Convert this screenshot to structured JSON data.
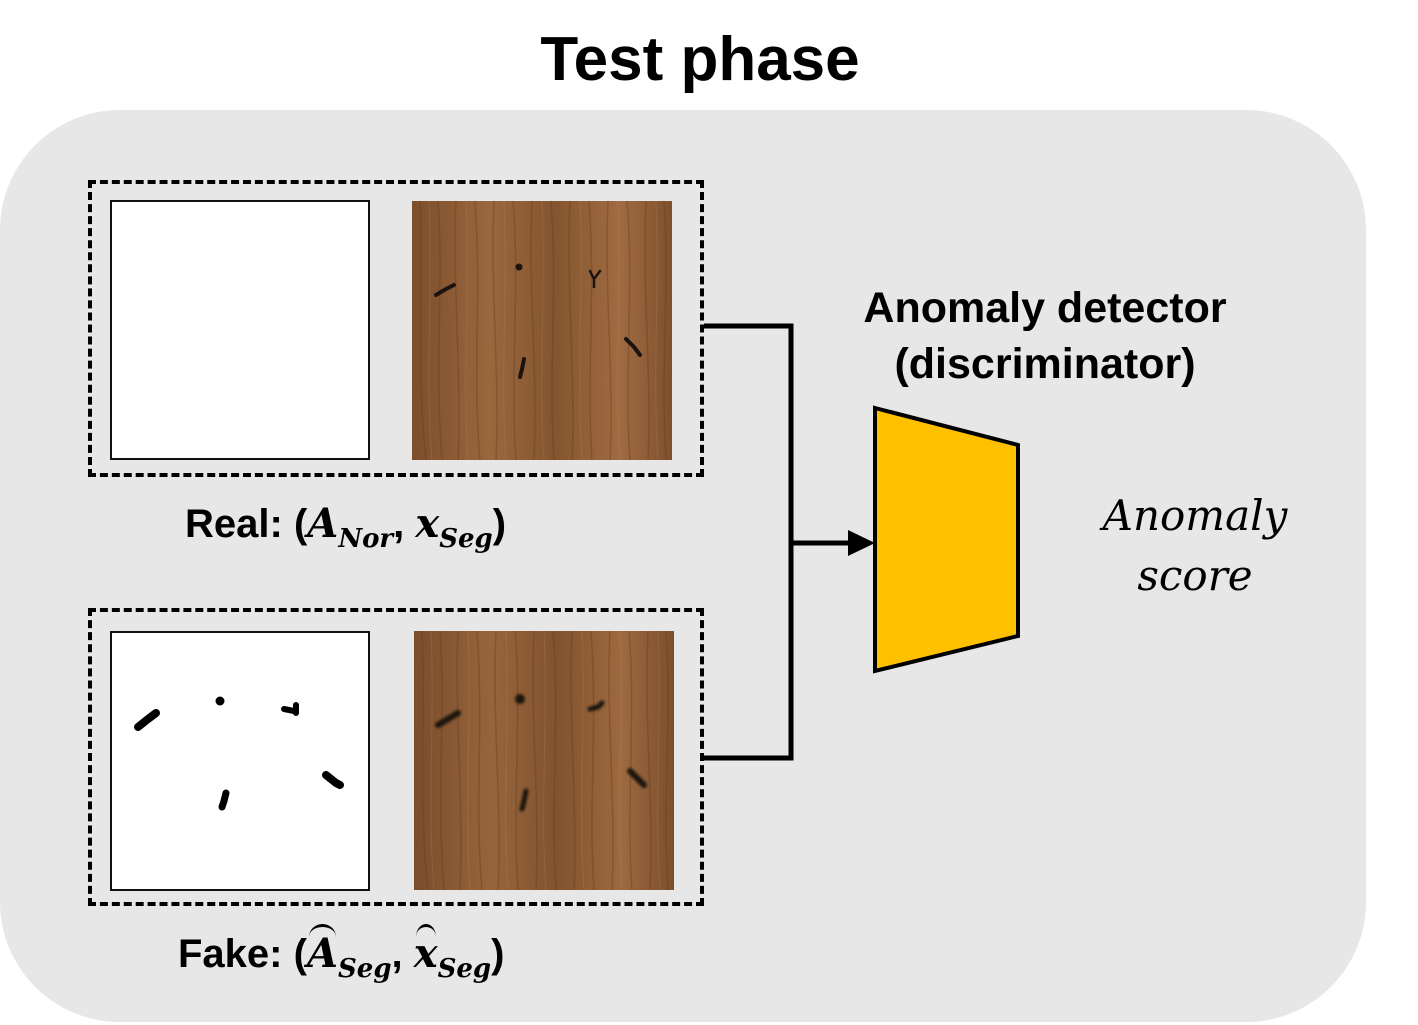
{
  "title": "Test phase",
  "real": {
    "label": "Real:",
    "open": "(",
    "a_main": "A",
    "a_sub": "Nor",
    "sep": ", ",
    "x_main": "x",
    "x_sub": "Seg",
    "close": ")"
  },
  "fake": {
    "label": "Fake:",
    "open": "(",
    "a_main": "A",
    "a_sub": "Seg",
    "sep": ", ",
    "x_main": "x",
    "x_sub": "Seg",
    "close": ")"
  },
  "detector": {
    "line1": "Anomaly detector",
    "line2": "(discriminator)",
    "fill_color": "#FFC000"
  },
  "output": {
    "line1": "Anomaly",
    "line2": "score"
  },
  "colors": {
    "panel": "#E7E7E7",
    "wood": "#8A5A34",
    "line": "#000000"
  }
}
